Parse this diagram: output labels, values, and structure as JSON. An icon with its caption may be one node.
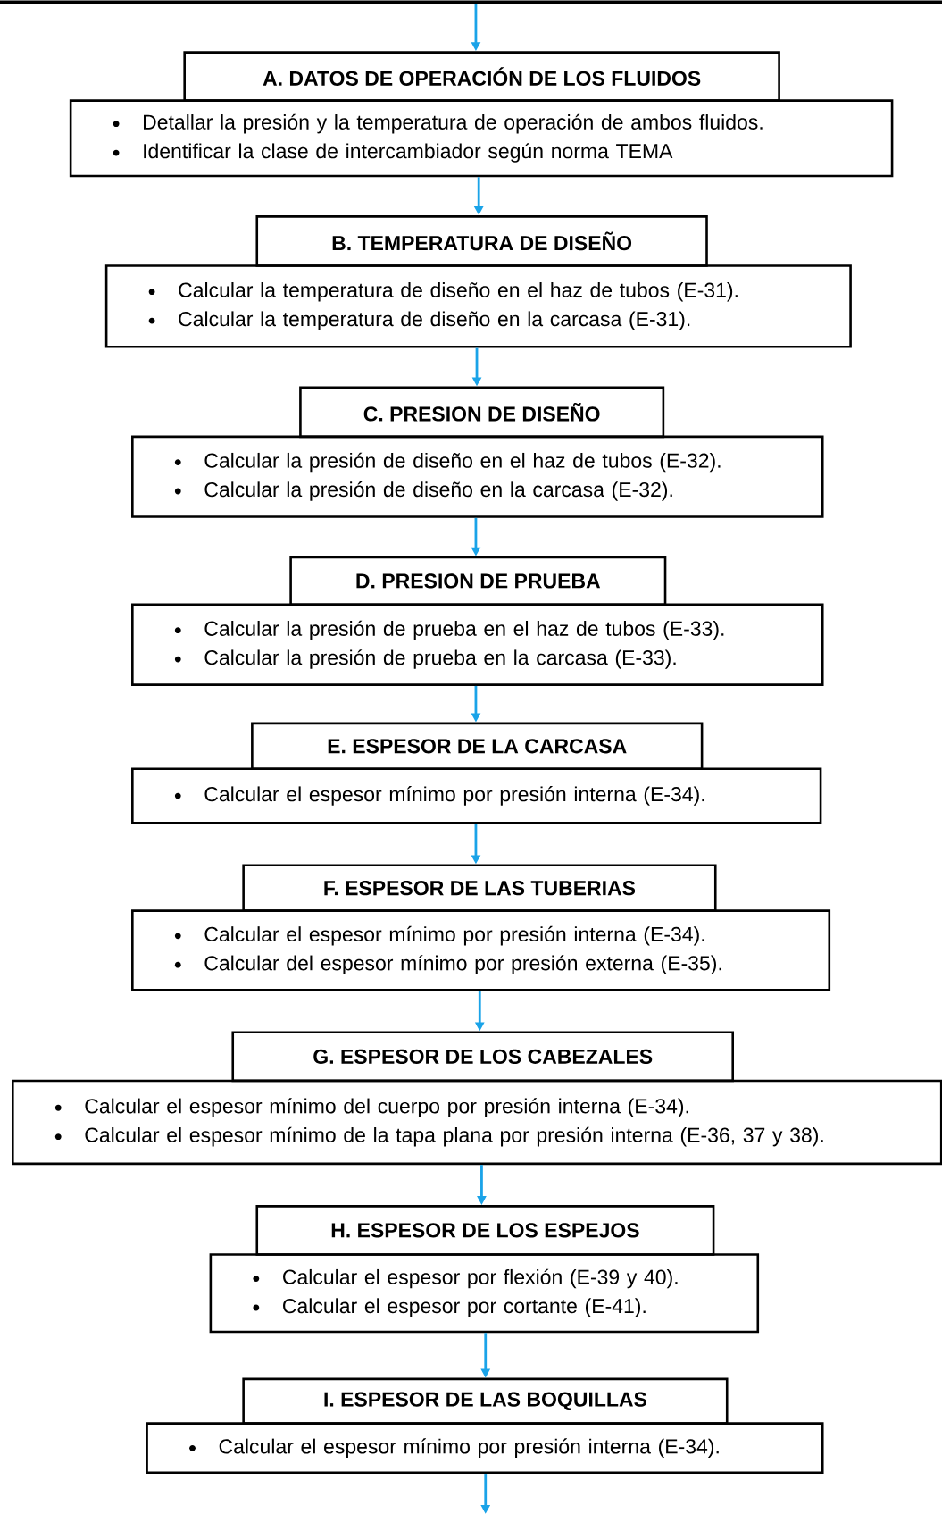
{
  "diagram": {
    "nodes": [
      {
        "text": [
          "A. DATOS DE OPERACIÓN DE LOS FLUIDOS"
        ]
      },
      {
        "text": [
          "Detallar la presión y la temperatura de operación de ambos fluidos.",
          "Identificar la clase de intercambiador según norma TEMA"
        ]
      },
      {
        "text": [
          "B. TEMPERATURA DE DISEÑO"
        ]
      },
      {
        "text": [
          "Calcular la temperatura de diseño en el haz de tubos (E-31).",
          "Calcular la temperatura de diseño en la carcasa (E-31)."
        ]
      },
      {
        "text": [
          "C. PRESION DE DISEÑO"
        ]
      },
      {
        "text": [
          "Calcular la presión de diseño en el haz de tubos (E-32).",
          "Calcular la presión de diseño en la carcasa (E-32)."
        ]
      },
      {
        "text": [
          "D. PRESION DE PRUEBA"
        ]
      },
      {
        "text": [
          "Calcular la presión de prueba en el haz de tubos (E-33).",
          "Calcular la presión de prueba en la carcasa (E-33)."
        ]
      },
      {
        "text": [
          "E. ESPESOR DE LA CARCASA"
        ]
      },
      {
        "text": [
          "Calcular el espesor mínimo por presión interna (E-34)."
        ]
      },
      {
        "text": [
          "F. ESPESOR DE LAS TUBERIAS"
        ]
      },
      {
        "text": [
          "Calcular el espesor mínimo por presión interna (E-34).",
          "Calcular del espesor mínimo por presión externa (E-35)."
        ]
      },
      {
        "text": [
          "G. ESPESOR DE LOS CABEZALES"
        ]
      },
      {
        "text": [
          "Calcular el espesor mínimo del cuerpo por presión interna (E-34).",
          "Calcular el espesor mínimo de la tapa plana por presión interna (E-36, 37 y 38)."
        ]
      },
      {
        "text": [
          "H. ESPESOR DE LOS ESPEJOS"
        ]
      },
      {
        "text": [
          "Calcular el espesor por flexión (E-39 y 40).",
          "Calcular el espesor por cortante (E-41)."
        ]
      },
      {
        "text": [
          "I. ESPESOR DE LAS BOQUILLAS"
        ]
      },
      {
        "text": [
          "Calcular el espesor mínimo por presión interna (E-34)."
        ]
      }
    ],
    "edges": [
      {
        "from": null,
        "to": 0,
        "arrow": "to"
      },
      {
        "from": 1,
        "to": 2,
        "arrow": "to"
      },
      {
        "from": 3,
        "to": 4,
        "arrow": "to"
      },
      {
        "from": 5,
        "to": 6,
        "arrow": "to"
      },
      {
        "from": 7,
        "to": 8,
        "arrow": "to"
      },
      {
        "from": 9,
        "to": 10,
        "arrow": "to"
      },
      {
        "from": 11,
        "to": 12,
        "arrow": "to"
      },
      {
        "from": 13,
        "to": 14,
        "arrow": "to"
      },
      {
        "from": 15,
        "to": 16,
        "arrow": "to"
      },
      {
        "from": 17,
        "to": null,
        "arrow": "to"
      }
    ]
  }
}
